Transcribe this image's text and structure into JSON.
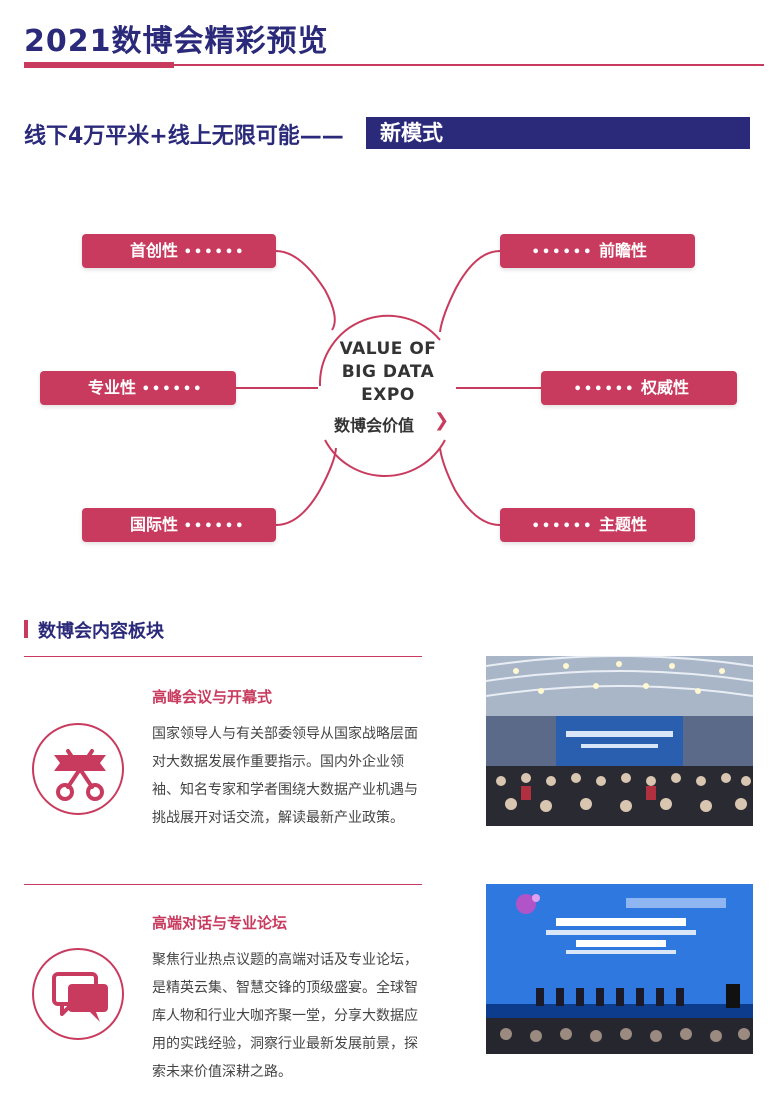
{
  "header": {
    "title": "2021数博会精彩预览"
  },
  "subtitle": {
    "text": "线下4万平米+线上无限可能——",
    "highlight": "新模式"
  },
  "mindmap": {
    "center_title_lines": [
      "VALUE OF",
      "BIG DATA",
      "EXPO"
    ],
    "center_subtitle": "数博会价值",
    "dots": "••••••",
    "items": [
      {
        "label": "首创性"
      },
      {
        "label": "专业性"
      },
      {
        "label": "国际性"
      },
      {
        "label": "前瞻性"
      },
      {
        "label": "权威性"
      },
      {
        "label": "主题性"
      }
    ]
  },
  "section": {
    "heading": "数博会内容板块"
  },
  "blocks": [
    {
      "title": "高峰会议与开幕式",
      "body": "国家领导人与有关部委领导从国家战略层面对大数据发展作重要指示。国内外企业领袖、知名专家和学者围绕大数据产业机遇与挑战展开对话交流，解读最新产业政策。",
      "icon": "ribbon-scissors-icon"
    },
    {
      "title": "高端对话与专业论坛",
      "body": "聚焦行业热点议题的高端对话及专业论坛，是精英云集、智慧交锋的顶级盛宴。全球智库人物和行业大咖齐聚一堂，分享大数据应用的实践经验，洞察行业最新发展前景，探索未来价值深耕之路。",
      "icon": "chat-bubbles-icon"
    }
  ],
  "colors": {
    "navy": "#2b2a7a",
    "crimson": "#c93b5e"
  }
}
